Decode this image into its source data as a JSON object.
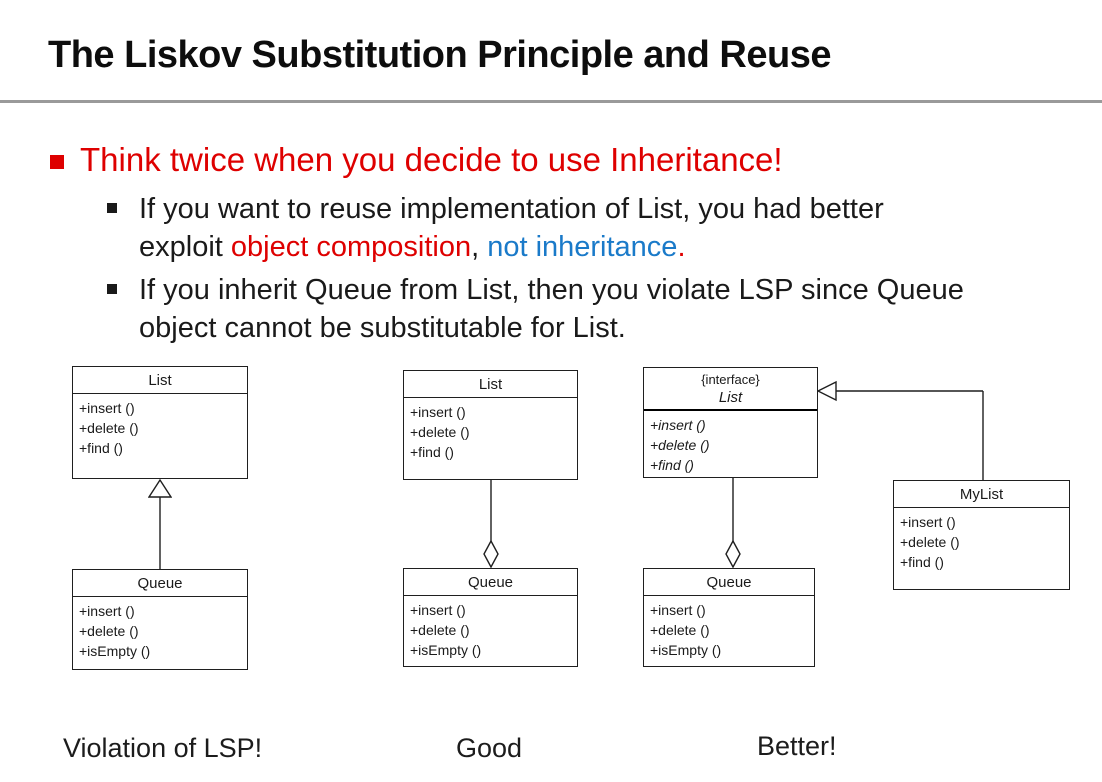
{
  "title": "The Liskov Substitution Principle and Reuse",
  "bullets": {
    "main": "Think twice when you decide to use Inheritance!",
    "sub1_line1": "If you want to reuse implementation of List, you had better",
    "sub1_line2_prefix": "exploit ",
    "sub1_line2_red": "object composition",
    "sub1_line2_comma": ",",
    "sub1_line2_blue": " not inheritance",
    "sub1_line2_period": ".",
    "sub2_line1": "If you inherit Queue from List, then you violate LSP since Queue",
    "sub2_line2": "object cannot be substitutable for List."
  },
  "diagrams": {
    "violation": {
      "relationship": "inheritance",
      "list": {
        "name": "List",
        "methods": [
          "+insert ()",
          "+delete ()",
          "+find ()"
        ]
      },
      "queue": {
        "name": "Queue",
        "methods": [
          "+insert ()",
          "+delete ()",
          "+isEmpty ()"
        ]
      },
      "caption": "Violation of LSP!"
    },
    "good": {
      "relationship": "aggregation",
      "list": {
        "name": "List",
        "methods": [
          "+insert ()",
          "+delete ()",
          "+find ()"
        ]
      },
      "queue": {
        "name": "Queue",
        "methods": [
          "+insert ()",
          "+delete ()",
          "+isEmpty ()"
        ]
      },
      "caption": "Good"
    },
    "better": {
      "relationship": "aggregation-and-realization",
      "interface": {
        "stereotype": "{interface}",
        "name": "List",
        "methods": [
          "+insert ()",
          "+delete ()",
          "+find ()"
        ]
      },
      "queue": {
        "name": "Queue",
        "methods": [
          "+insert ()",
          "+delete ()",
          "+isEmpty ()"
        ]
      },
      "mylist": {
        "name": "MyList",
        "methods": [
          "+insert ()",
          "+delete ()",
          "+find ()"
        ]
      },
      "caption": "Better!"
    }
  },
  "colors": {
    "accent_red": "#de0000",
    "accent_blue": "#1a7ac9",
    "divider_gray": "#9a9a9a",
    "line_black": "#1f1f1f"
  }
}
